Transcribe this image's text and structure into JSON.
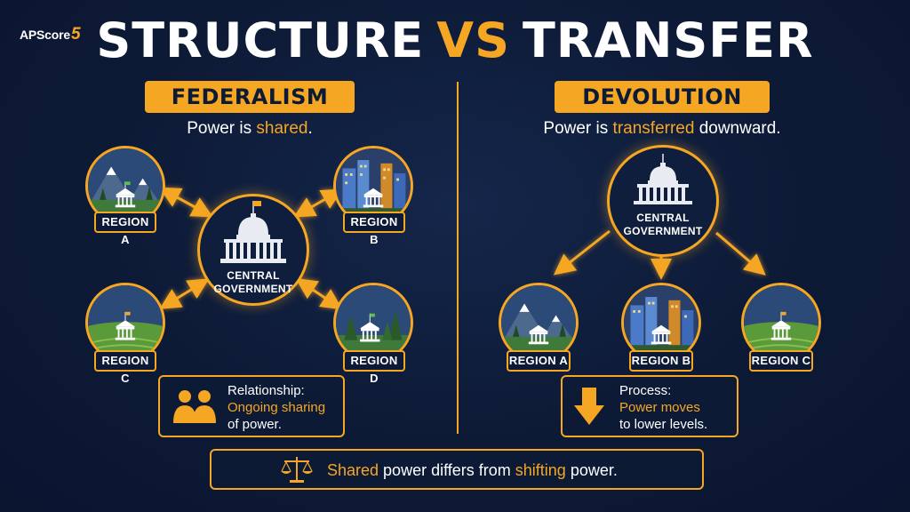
{
  "logo": {
    "text": "APScore",
    "number": "5"
  },
  "title": {
    "left": "STRUCTURE",
    "vs": "VS",
    "right": "TRANSFER"
  },
  "federalism": {
    "header": "FEDERALISM",
    "subtitle_pre": "Power is ",
    "subtitle_hl": "shared",
    "subtitle_post": ".",
    "central_label_line1": "CENTRAL",
    "central_label_line2": "GOVERNMENT",
    "regions": [
      {
        "label": "REGION A",
        "scene": "mountain-icon"
      },
      {
        "label": "REGION B",
        "scene": "city-icon"
      },
      {
        "label": "REGION C",
        "scene": "farmland-icon"
      },
      {
        "label": "REGION D",
        "scene": "forest-icon"
      }
    ],
    "info": {
      "line1": "Relationship:",
      "line2_hl": "Ongoing sharing",
      "line3": "of power.",
      "icon": "people-icon"
    }
  },
  "devolution": {
    "header": "DEVOLUTION",
    "subtitle_pre": "Power is ",
    "subtitle_hl": "transferred",
    "subtitle_post": " downward.",
    "central_label_line1": "CENTRAL",
    "central_label_line2": "GOVERNMENT",
    "regions": [
      {
        "label": "REGION A",
        "scene": "mountain-icon"
      },
      {
        "label": "REGION B",
        "scene": "city-icon"
      },
      {
        "label": "REGION C",
        "scene": "farmland-icon"
      }
    ],
    "info": {
      "line1": "Process:",
      "line2_pre": "Power ",
      "line2_hl": "moves",
      "line3": "to lower levels.",
      "icon": "down-arrow-icon"
    }
  },
  "bottom": {
    "hl1": "Shared",
    "mid": " power differs from ",
    "hl2": "shifting",
    "end": " power.",
    "icon": "scales-icon"
  },
  "colors": {
    "accent": "#f5a623",
    "background": "#0d1a36",
    "text": "#ffffff"
  }
}
